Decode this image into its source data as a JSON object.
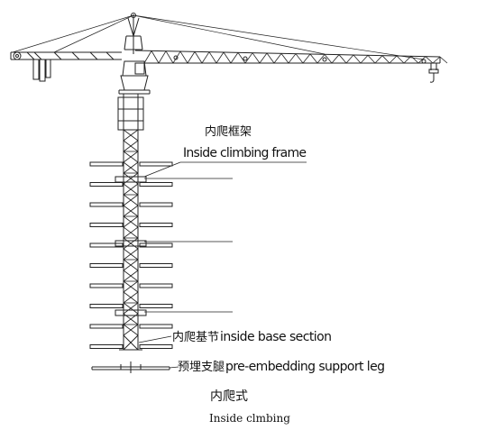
{
  "labels": {
    "frame_cn": "内爬框架",
    "frame_en": "Inside climbing frame",
    "base_cn": "内爬基节",
    "base_en": "inside base section",
    "leg_cn": "预埋支腿",
    "leg_en": "pre-embedding support leg",
    "caption_cn": "内爬式",
    "caption_en": "Inside clmbing"
  }
}
